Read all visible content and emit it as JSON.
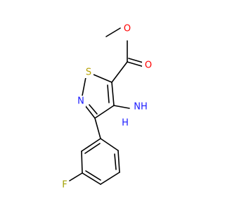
{
  "molecule": {
    "atoms": {
      "S": {
        "symbol": "S",
        "color": "#b5a000"
      },
      "N": {
        "symbol": "N",
        "color": "#1a1aff"
      },
      "NH": {
        "symbol": "NH",
        "color": "#1a1aff"
      },
      "H": {
        "symbol": "H",
        "color": "#1a1aff"
      },
      "O_carbonyl": {
        "symbol": "O",
        "color": "#ff0000"
      },
      "O_ester": {
        "symbol": "O",
        "color": "#ff0000"
      },
      "F": {
        "symbol": "F",
        "color": "#a0a000"
      }
    }
  }
}
